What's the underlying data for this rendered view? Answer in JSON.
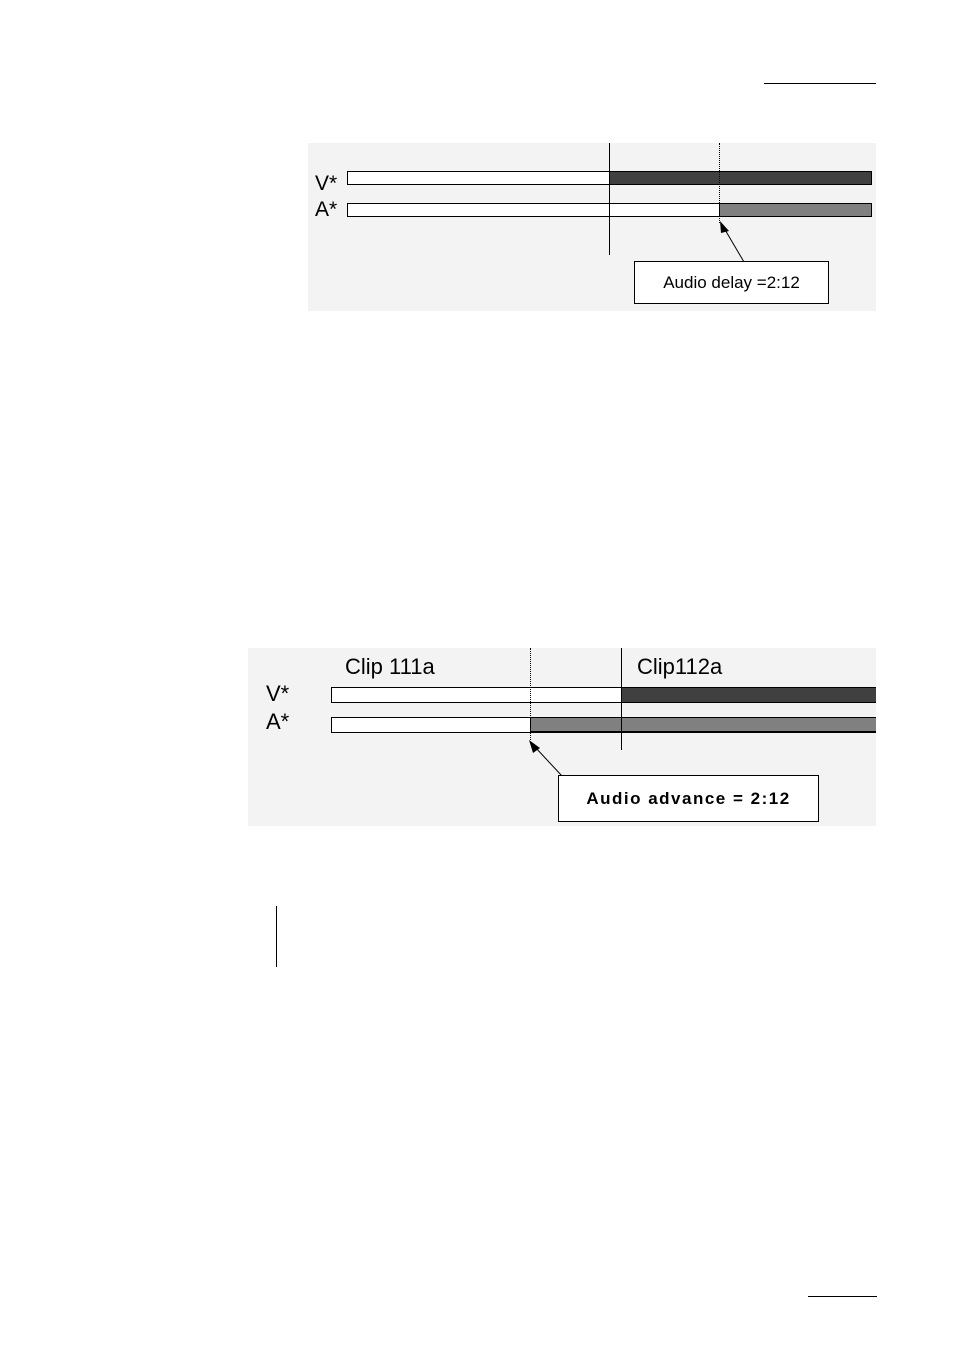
{
  "figure_delay": {
    "track_video_label": "V*",
    "track_audio_label": "A*",
    "callout_text": "Audio delay =2:12"
  },
  "figure_advance": {
    "clip_left_label": "Clip 111a",
    "clip_right_label": "Clip112a",
    "track_video_label": "V*",
    "track_audio_label": "A*",
    "callout_text": "Audio advance = 2:12"
  },
  "colors": {
    "video_segment": "#404040",
    "audio_segment": "#808080",
    "figure_background": "#f3f3f3"
  }
}
